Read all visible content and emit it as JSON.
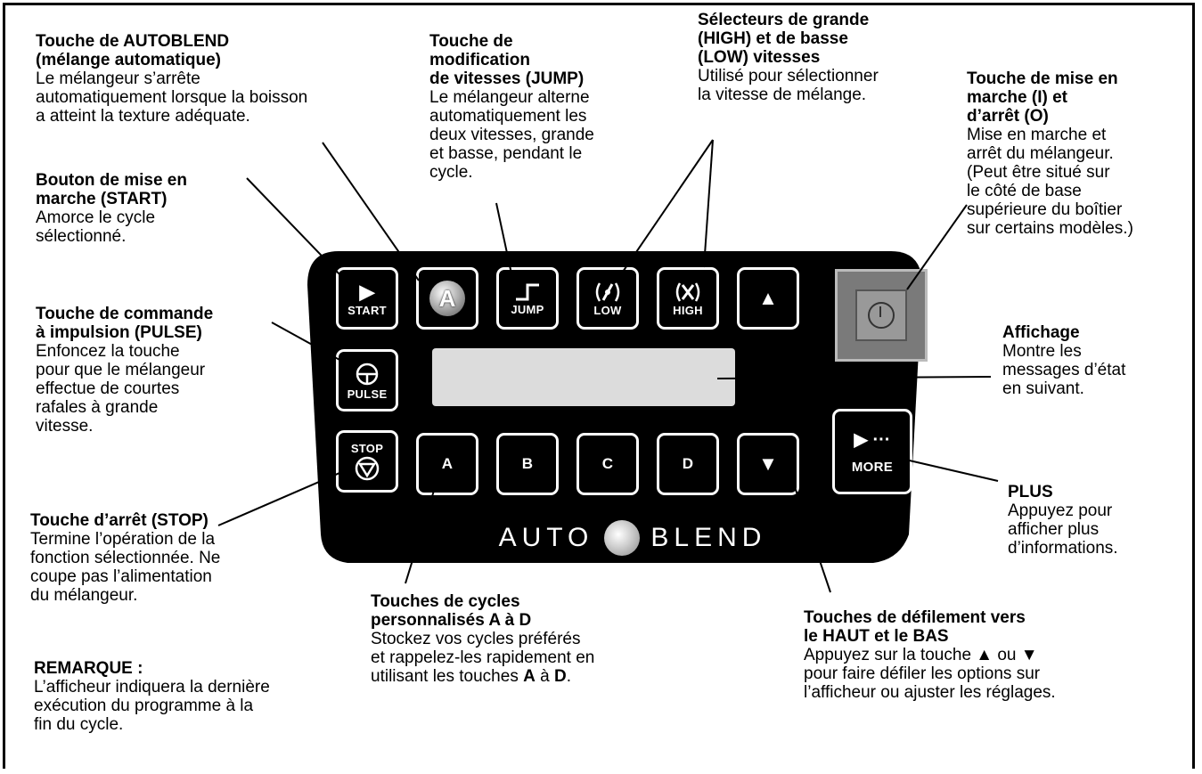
{
  "callouts": {
    "autoblend": {
      "title": "Touche de AUTOBLEND\n(mélange automatique)",
      "desc": "Le mélangeur s’arrête\nautomatiquement lorsque la boisson\na atteint la texture adéquate."
    },
    "jump": {
      "title": "Touche de\nmodification\nde vitesses (JUMP)",
      "desc": "Le mélangeur alterne\nautomatiquement les\ndeux vitesses, grande\net basse, pendant le\ncycle."
    },
    "speed": {
      "title": "Sélecteurs de grande\n(HIGH) et de basse\n(LOW) vitesses",
      "desc": "Utilisé pour sélectionner\nla vitesse de mélange."
    },
    "power": {
      "title": "Touche de mise en\nmarche (I) et\nd’arrêt (O)",
      "desc": "Mise en marche et\narrêt du mélangeur.\n(Peut être situé sur\nle côté de base\nsupérieure du boîtier\nsur certains modèles.)"
    },
    "start": {
      "title": "Bouton de mise en\nmarche (START)",
      "desc": "Amorce le cycle\nsélectionné."
    },
    "pulse": {
      "title": "Touche de commande\nà impulsion (PULSE)",
      "desc": "Enfoncez la touche\npour que le mélangeur\neffectue de courtes\nrafales à grande\nvitesse."
    },
    "display": {
      "title": "Affichage",
      "desc": "Montre les\nmessages d’état\nen suivant."
    },
    "stop": {
      "title": "Touche d’arrêt (STOP)",
      "desc": "Termine l’opération de la\nfonction sélectionnée. Ne\ncoupe pas l’alimentation\ndu mélangeur."
    },
    "more": {
      "title": "PLUS",
      "desc": "Appuyez pour\nafficher plus\nd’informations."
    },
    "cycles": {
      "title": "Touches de cycles\npersonnalisés A à D",
      "desc_1": "Stockez vos cycles préférés\net rappelez-les rapidement en\nutilisant les touches ",
      "desc_a": "A",
      "desc_mid": " à ",
      "desc_d": "D",
      "desc_end": "."
    },
    "scroll": {
      "title": "Touches de défilement vers\nle HAUT et le BAS",
      "desc": "Appuyez sur la touche ▲ ou ▼\npour faire défiler les options sur\nl’afficheur ou ajuster les réglages."
    },
    "note": {
      "title": "REMARQUE :",
      "desc": "L’afficheur indiquera la dernière\nexécution du programme à la\nfin du cycle."
    }
  },
  "panel": {
    "start_label": "START",
    "autoblend_glyph": "A",
    "jump_label": "JUMP",
    "low_label": "LOW",
    "high_label": "HIGH",
    "pulse_label": "PULSE",
    "stop_label": "STOP",
    "key_a": "A",
    "key_b": "B",
    "key_c": "C",
    "key_d": "D",
    "more_label": "MORE",
    "more_glyph": "▶ ···",
    "up_glyph": "▲",
    "down_glyph": "▼",
    "play_glyph": "▶",
    "brand_left": "AUTO",
    "brand_right": "BLEND"
  }
}
